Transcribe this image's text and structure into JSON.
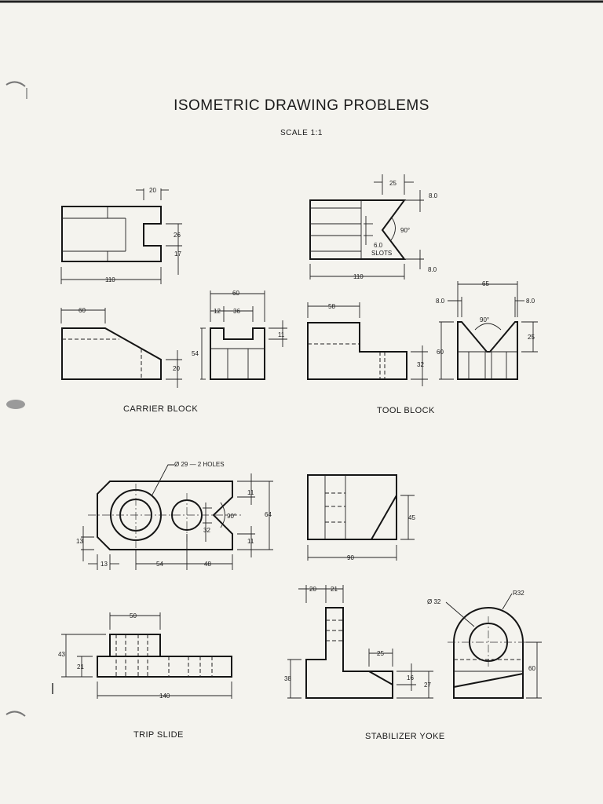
{
  "page": {
    "title": "ISOMETRIC DRAWING PROBLEMS",
    "scale": "SCALE 1:1"
  },
  "captions": {
    "carrier_block": "CARRIER BLOCK",
    "tool_block": "TOOL BLOCK",
    "trip_slide": "TRIP SLIDE",
    "stabilizer_yoke": "STABILIZER YOKE"
  },
  "dims": {
    "carrier_block": {
      "d20": "20",
      "d26": "26",
      "d17": "17",
      "d110": "110",
      "d60": "60",
      "d20b": "20",
      "d60b": "60",
      "d12": "12",
      "d36": "36",
      "d11": "11",
      "d54": "54"
    },
    "tool_block": {
      "d25": "25",
      "d8a": "8.0",
      "d90": "90°",
      "d6": "6.0",
      "slots": "SLOTS",
      "d8b": "8.0",
      "d110": "110",
      "d65": "65",
      "d8c": "8.0",
      "d8d": "8.0",
      "d90b": "90°",
      "d25b": "25",
      "d58": "58",
      "d60": "60",
      "d32": "32"
    },
    "top_center": {
      "holes": "Ø 29 — 2 HOLES",
      "d11a": "11",
      "d64": "64",
      "d90": "90°",
      "d32": "32",
      "d11b": "11",
      "d13a": "13",
      "d13b": "13",
      "d54": "54",
      "d48": "48",
      "d45": "45",
      "d90w": "90"
    },
    "trip_slide": {
      "d50": "50",
      "d43": "43",
      "d21": "21",
      "d140": "140"
    },
    "stabilizer_yoke": {
      "d20": "20",
      "d21": "21",
      "d25": "25",
      "d38": "38",
      "d16": "16",
      "d27": "27",
      "dia32": "Ø 32",
      "r32": "R32",
      "d60": "60"
    }
  }
}
